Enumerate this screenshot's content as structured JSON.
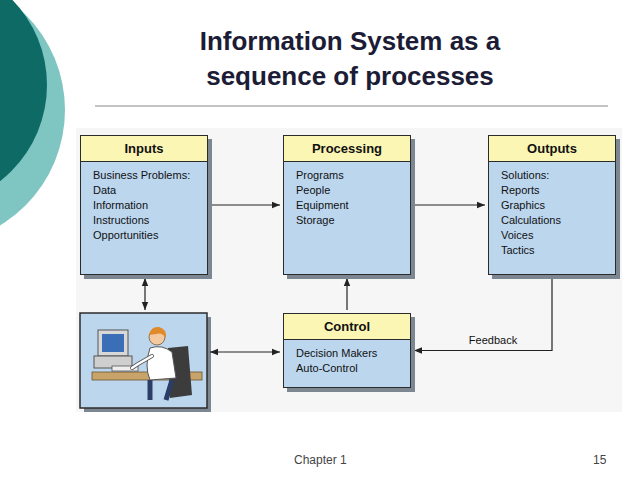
{
  "diagram": {
    "title": "Information System as a sequence of processes",
    "nodes": [
      {
        "text": [
          "Inputs",
          "Business Problems:",
          "Data",
          "Information",
          "Instructions",
          "Opportunities"
        ]
      },
      {
        "text": [
          "Processing",
          "Programs",
          "People",
          "Equipment",
          "Storage"
        ]
      },
      {
        "text": [
          "Outputs",
          "Solutions:",
          "Reports",
          "Graphics",
          "Calculations",
          "Voices",
          "Tactics"
        ]
      },
      {
        "text": [
          "Control",
          "Decision Makers",
          "Auto-Control"
        ]
      }
    ],
    "edges": [
      {
        "from": 0,
        "to": 1,
        "arrow": "to"
      },
      {
        "from": 1,
        "to": 2,
        "arrow": "to"
      },
      {
        "from": 3,
        "to": 1,
        "arrow": "to"
      },
      {
        "from": 2,
        "to": 3,
        "label": "Feedback",
        "arrow": "to"
      }
    ],
    "labels": [
      "Chapter 1",
      "15"
    ]
  }
}
